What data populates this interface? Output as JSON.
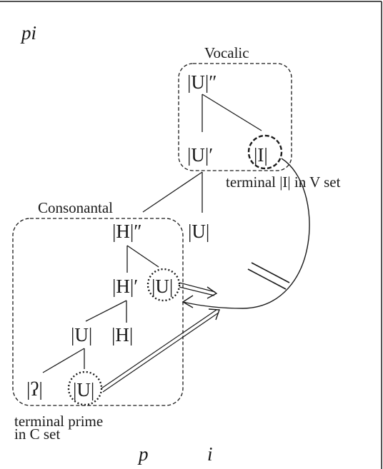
{
  "title": "pi",
  "vocalic_label": "Vocalic",
  "consonantal_label": "Consonantal",
  "vocalic": {
    "top": "|U|″",
    "mid": "|U|′",
    "terminal": "|I|",
    "terminal_caption": "terminal |I| in V set"
  },
  "consonantal": {
    "top": "|H|″",
    "mid": "|H|′",
    "mid_terminal": "|U|",
    "low_left": "|U|",
    "low_right": "|H|",
    "leaf_left": "|ʔ|",
    "leaf_terminal": "|U|"
  },
  "bridge_u": "|U|",
  "caption_c": {
    "line1": "terminal prime",
    "line2": "in C set"
  },
  "bottom": {
    "p": "p",
    "i": "i"
  },
  "colors": {
    "ink": "#1a1a1a",
    "background": "#ffffff"
  }
}
